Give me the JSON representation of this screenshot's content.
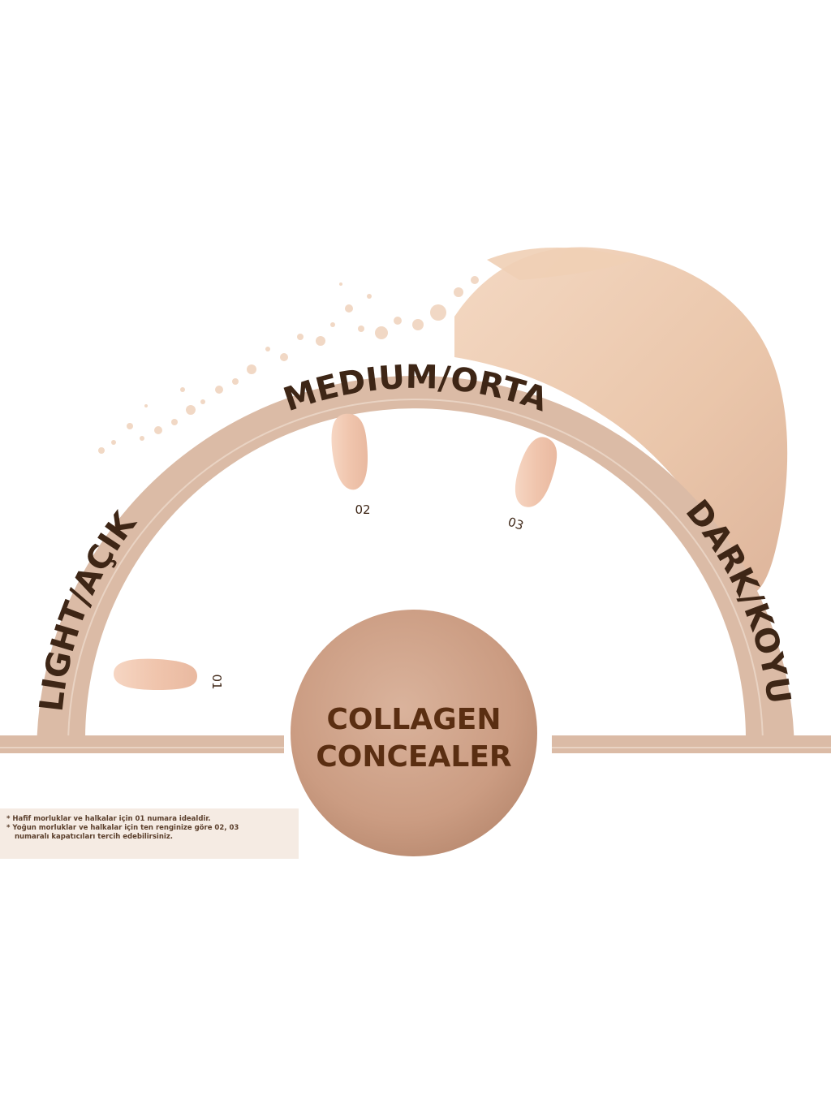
{
  "labels": {
    "light": "LIGHT/AÇIK",
    "medium": "MEDIUM/ORTA",
    "dark": "DARK/KOYU"
  },
  "center": {
    "line1": "COLLAGEN",
    "line2": "CONCEALER"
  },
  "shades": [
    {
      "code": "01"
    },
    {
      "code": "02"
    },
    {
      "code": "03"
    }
  ],
  "notes": {
    "line1": "* Hafif morluklar ve halkalar için 01 numara idealdir.",
    "line2": "* Yoğun morluklar ve halkalar için ten renginize göre 02, 03",
    "line3": "numaralı kapatıcıları tercih edebilirsiniz."
  },
  "colors": {
    "arc": "#dbbba6",
    "arc_inner_line": "#e9d3c3",
    "text_dark": "#3e2616",
    "center_text": "#5a2e12",
    "center_circle": "#cfa088",
    "swatch": "#f0c8b0",
    "smear": "#ecc9ac"
  }
}
